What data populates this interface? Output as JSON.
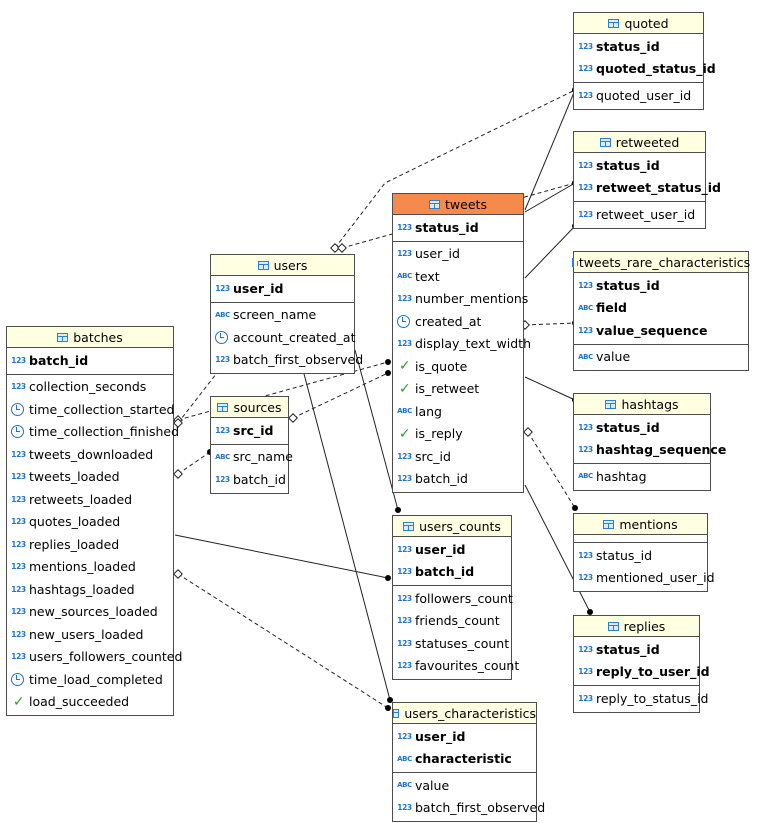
{
  "diagram": {
    "entities": [
      {
        "id": "quoted",
        "title": "quoted",
        "keys": [
          {
            "name": "status_id",
            "type": "123"
          },
          {
            "name": "quoted_status_id",
            "type": "123"
          }
        ],
        "columns": [
          {
            "name": "quoted_user_id",
            "type": "123"
          }
        ]
      },
      {
        "id": "retweeted",
        "title": "retweeted",
        "keys": [
          {
            "name": "status_id",
            "type": "123"
          },
          {
            "name": "retweet_status_id",
            "type": "123"
          }
        ],
        "columns": [
          {
            "name": "retweet_user_id",
            "type": "123"
          }
        ]
      },
      {
        "id": "tweets",
        "title": "tweets",
        "active": true,
        "keys": [
          {
            "name": "status_id",
            "type": "123"
          }
        ],
        "columns": [
          {
            "name": "user_id",
            "type": "123"
          },
          {
            "name": "text",
            "type": "abc"
          },
          {
            "name": "number_mentions",
            "type": "123"
          },
          {
            "name": "created_at",
            "type": "time"
          },
          {
            "name": "display_text_width",
            "type": "123"
          },
          {
            "name": "is_quote",
            "type": "bool"
          },
          {
            "name": "is_retweet",
            "type": "bool"
          },
          {
            "name": "lang",
            "type": "abc"
          },
          {
            "name": "is_reply",
            "type": "bool"
          },
          {
            "name": "src_id",
            "type": "123"
          },
          {
            "name": "batch_id",
            "type": "123"
          }
        ]
      },
      {
        "id": "tweets_rare",
        "title": "tweets_rare_characteristics",
        "keys": [
          {
            "name": "status_id",
            "type": "123"
          },
          {
            "name": "field",
            "type": "abc"
          },
          {
            "name": "value_sequence",
            "type": "123"
          }
        ],
        "columns": [
          {
            "name": "value",
            "type": "abc"
          }
        ]
      },
      {
        "id": "users",
        "title": "users",
        "keys": [
          {
            "name": "user_id",
            "type": "123"
          }
        ],
        "columns": [
          {
            "name": "screen_name",
            "type": "abc"
          },
          {
            "name": "account_created_at",
            "type": "time"
          },
          {
            "name": "batch_first_observed",
            "type": "123"
          }
        ]
      },
      {
        "id": "batches",
        "title": "batches",
        "keys": [
          {
            "name": "batch_id",
            "type": "123"
          }
        ],
        "columns": [
          {
            "name": "collection_seconds",
            "type": "123"
          },
          {
            "name": "time_collection_started",
            "type": "time"
          },
          {
            "name": "time_collection_finished",
            "type": "time"
          },
          {
            "name": "tweets_downloaded",
            "type": "123"
          },
          {
            "name": "tweets_loaded",
            "type": "123"
          },
          {
            "name": "retweets_loaded",
            "type": "123"
          },
          {
            "name": "quotes_loaded",
            "type": "123"
          },
          {
            "name": "replies_loaded",
            "type": "123"
          },
          {
            "name": "mentions_loaded",
            "type": "123"
          },
          {
            "name": "hashtags_loaded",
            "type": "123"
          },
          {
            "name": "new_sources_loaded",
            "type": "123"
          },
          {
            "name": "new_users_loaded",
            "type": "123"
          },
          {
            "name": "users_followers_counted",
            "type": "123"
          },
          {
            "name": "time_load_completed",
            "type": "time"
          },
          {
            "name": "load_succeeded",
            "type": "bool"
          }
        ]
      },
      {
        "id": "sources",
        "title": "sources",
        "keys": [
          {
            "name": "src_id",
            "type": "123"
          }
        ],
        "columns": [
          {
            "name": "src_name",
            "type": "abc"
          },
          {
            "name": "batch_id",
            "type": "123"
          }
        ]
      },
      {
        "id": "hashtags",
        "title": "hashtags",
        "keys": [
          {
            "name": "status_id",
            "type": "123"
          },
          {
            "name": "hashtag_sequence",
            "type": "123"
          }
        ],
        "columns": [
          {
            "name": "hashtag",
            "type": "abc"
          }
        ]
      },
      {
        "id": "mentions",
        "title": "mentions",
        "keys": [],
        "columns": [
          {
            "name": "status_id",
            "type": "123"
          },
          {
            "name": "mentioned_user_id",
            "type": "123"
          }
        ]
      },
      {
        "id": "users_counts",
        "title": "users_counts",
        "keys": [
          {
            "name": "user_id",
            "type": "123"
          },
          {
            "name": "batch_id",
            "type": "123"
          }
        ],
        "columns": [
          {
            "name": "followers_count",
            "type": "123"
          },
          {
            "name": "friends_count",
            "type": "123"
          },
          {
            "name": "statuses_count",
            "type": "123"
          },
          {
            "name": "favourites_count",
            "type": "123"
          }
        ]
      },
      {
        "id": "replies",
        "title": "replies",
        "keys": [
          {
            "name": "status_id",
            "type": "123"
          },
          {
            "name": "reply_to_user_id",
            "type": "123"
          }
        ],
        "columns": [
          {
            "name": "reply_to_status_id",
            "type": "123"
          }
        ]
      },
      {
        "id": "users_characteristics",
        "title": "users_characteristics",
        "keys": [
          {
            "name": "user_id",
            "type": "123"
          },
          {
            "name": "characteristic",
            "type": "abc"
          }
        ],
        "columns": [
          {
            "name": "value",
            "type": "abc"
          },
          {
            "name": "batch_first_observed",
            "type": "123"
          }
        ]
      }
    ],
    "relationships": [
      {
        "from": "quoted",
        "to": "tweets",
        "optional": false
      },
      {
        "from": "quoted",
        "to": "users",
        "optional": true
      },
      {
        "from": "retweeted",
        "to": "users",
        "optional": true
      },
      {
        "from": "retweeted",
        "to": "tweets",
        "optional": false
      },
      {
        "from": "tweets_rare",
        "to": "tweets",
        "optional": false
      },
      {
        "from": "tweets",
        "to": "users",
        "optional": true
      },
      {
        "from": "tweets",
        "to": "sources",
        "optional": true
      },
      {
        "from": "tweets",
        "to": "batches",
        "optional": true
      },
      {
        "from": "users",
        "to": "batches",
        "optional": true
      },
      {
        "from": "sources",
        "to": "batches",
        "optional": true
      },
      {
        "from": "hashtags",
        "to": "tweets",
        "optional": false
      },
      {
        "from": "mentions",
        "to": "tweets",
        "optional": true
      },
      {
        "from": "users_counts",
        "to": "users",
        "optional": false
      },
      {
        "from": "users_counts",
        "to": "batches",
        "optional": false
      },
      {
        "from": "replies",
        "to": "tweets",
        "optional": false
      },
      {
        "from": "users_characteristics",
        "to": "users",
        "optional": false
      },
      {
        "from": "users_characteristics",
        "to": "batches",
        "optional": true
      }
    ]
  }
}
